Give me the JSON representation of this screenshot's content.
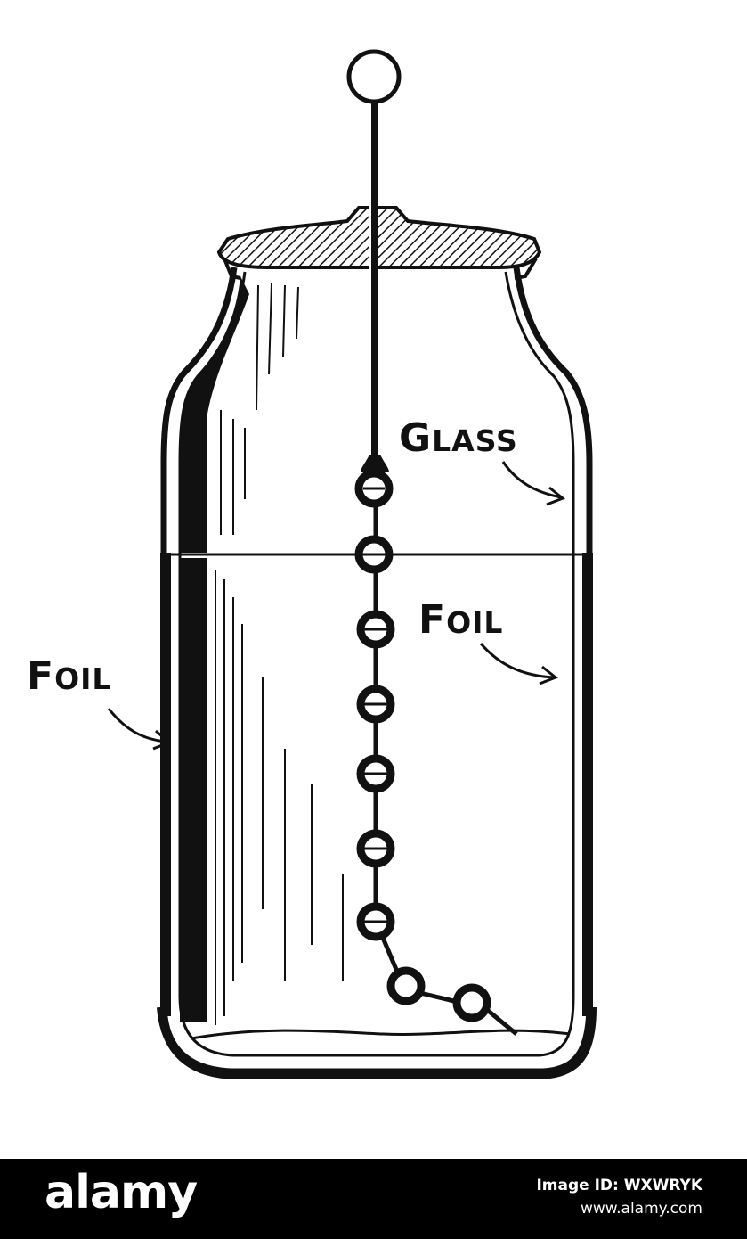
{
  "labels": {
    "glass": {
      "cap": "G",
      "rest": "LASS"
    },
    "foil_right": {
      "cap": "F",
      "rest": "OIL"
    },
    "foil_left": {
      "cap": "F",
      "rest": "OIL"
    }
  },
  "footer": {
    "brand": "alamy",
    "image_id": "Image ID: WXWRYK",
    "site": "www.alamy.com"
  },
  "colors": {
    "ink": "#111111",
    "paper": "#ffffff",
    "footer_bg": "#000000",
    "footer_text": "#ffffff"
  },
  "icons": [
    "knob-icon",
    "rod-icon",
    "chain-icon",
    "jar-icon",
    "lid-icon",
    "arrow-icon"
  ]
}
